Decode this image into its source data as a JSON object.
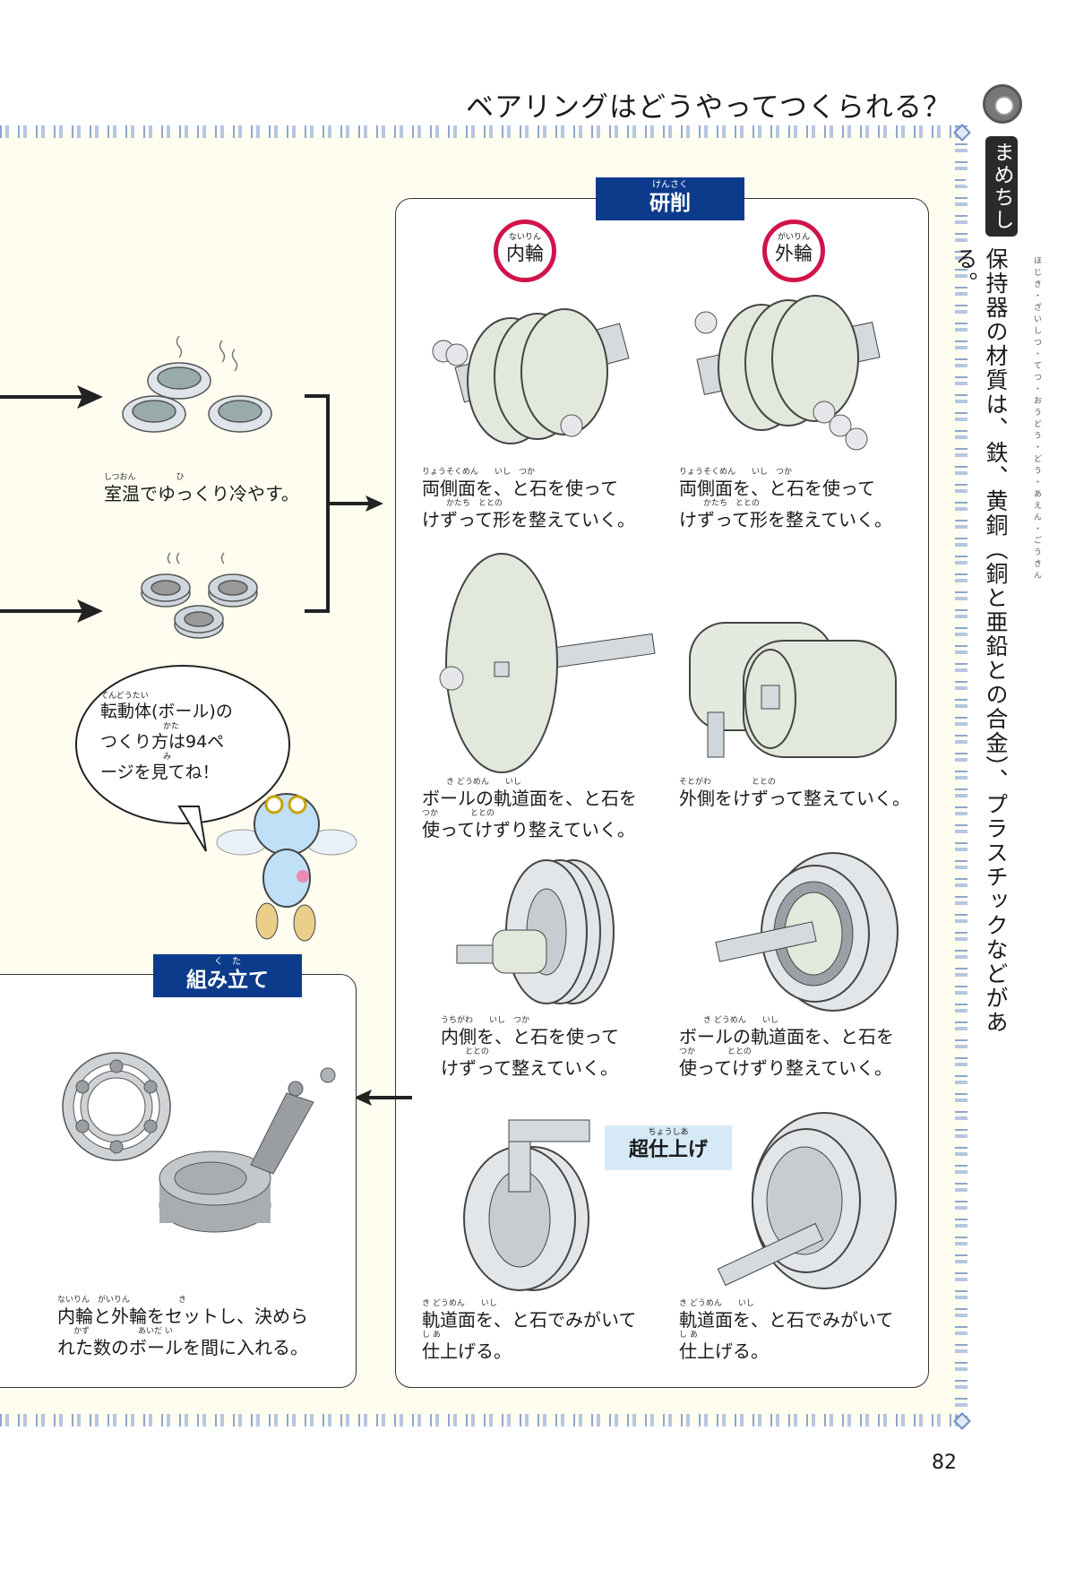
{
  "header": {
    "title": "ベアリングはどうやってつくられる？"
  },
  "sidebar": {
    "badge_icon": "bearing-icon",
    "badge_label": "まめちしき",
    "fact_text": "保持器の材質は、鉄、黄銅（銅と亜鉛との合金）、プラスチックなどがある。",
    "fact_ruby": "ほじき・ざいしつ・てつ・おうどう・どう・あえん・ごうきん"
  },
  "cooling": {
    "caption_ruby": "しつおん　　　　　ひ",
    "caption": "室温でゆっくり冷やす。"
  },
  "speech_bubble": {
    "lines": [
      {
        "ruby": "てんどうたい",
        "text": "転動体(ボール)の"
      },
      {
        "ruby": "かた",
        "text": "つくり方は94ペ"
      },
      {
        "ruby": "み",
        "text": "ージを見てね！"
      }
    ]
  },
  "kensaku": {
    "tab_ruby": "けんさく",
    "tab_label": "研削",
    "inner_ring": {
      "ruby": "ないりん",
      "label": "内輪"
    },
    "outer_ring": {
      "ruby": "がいりん",
      "label": "外輪"
    },
    "steps": [
      {
        "ruby1": "りょうそくめん　　いし　つか",
        "line1": "両側面を、と石を使って",
        "ruby2": "　　　かたち　ととの",
        "line2": "けずって形を整えていく。"
      },
      {
        "ruby1": "りょうそくめん　　いし　つか",
        "line1": "両側面を、と石を使って",
        "ruby2": "　　　かたち　ととの",
        "line2": "けずって形を整えていく。"
      },
      {
        "ruby1": "　　　き どうめん　　いし",
        "line1": "ボールの軌道面を、と石を",
        "ruby2": "つか　　　　ととの",
        "line2": "使ってけずり整えていく。"
      },
      {
        "ruby1": "そとがわ　　　　　ととの",
        "line1": "外側をけずって整えていく。",
        "ruby2": "",
        "line2": ""
      },
      {
        "ruby1": "うちがわ　　いし　つか",
        "line1": "内側を、と石を使って",
        "ruby2": "　　　ととの",
        "line2": "けずって整えていく。"
      },
      {
        "ruby1": "　　　き どうめん　　いし",
        "line1": "ボールの軌道面を、と石を",
        "ruby2": "つか　　　　ととの",
        "line2": "使ってけずり整えていく。"
      },
      {
        "ruby1": "き どうめん　　いし",
        "line1": "軌道面を、と石でみがいて",
        "ruby2": "し あ",
        "line2": "仕上げる。"
      },
      {
        "ruby1": "き どうめん　　いし",
        "line1": "軌道面を、と石でみがいて",
        "ruby2": "し あ",
        "line2": "仕上げる。"
      }
    ],
    "superfinish": {
      "ruby": "ちょうしあ",
      "label": "超仕上げ"
    }
  },
  "kumitate": {
    "tab_ruby": "く　た",
    "tab_label": "組み立て",
    "caption_ruby1": "ないりん　がいりん　　　　　　き",
    "caption_line1": "内輪と外輪をセットし、決めら",
    "caption_ruby2": "　　かず　　　　　　あいだ い",
    "caption_line2": "れた数のボールを間に入れる。"
  },
  "footer": {
    "page_number": "82"
  },
  "colors": {
    "panel": "#fefdf0",
    "tab_blue": "#0d3b8c",
    "ring_red": "#d0144a",
    "superfinish_bg": "#d6e9f7",
    "border_blue": "#7b97c4"
  }
}
